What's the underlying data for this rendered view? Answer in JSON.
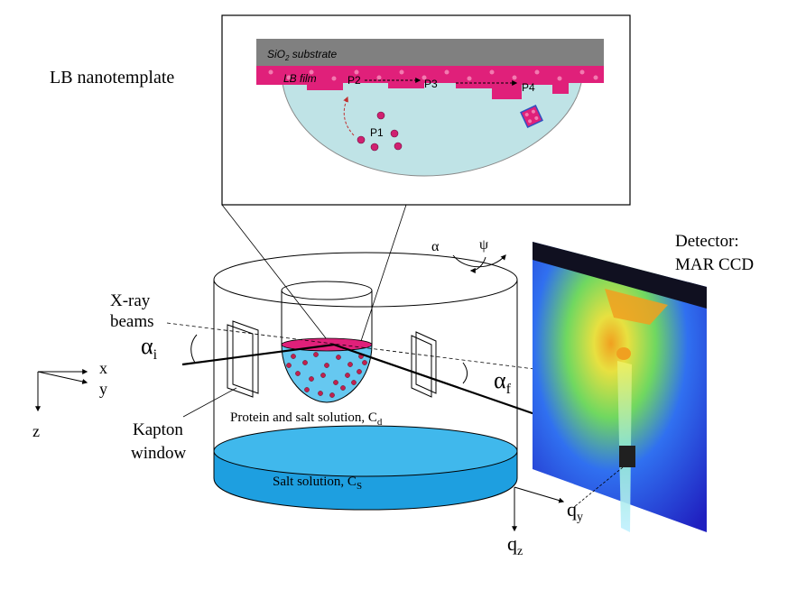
{
  "inset": {
    "title": "LB nanotemplate",
    "substrate_base": "SiO",
    "substrate_sub": "2",
    "substrate_rest": " substrate",
    "lb_film": "LB   film",
    "p1": "P1",
    "p2": "P2",
    "p3": "P3",
    "p4": "P4",
    "colors": {
      "film": "#e0207a",
      "substrate": "#808080",
      "drop": "#bfe3e6",
      "particle": "#d02070"
    }
  },
  "rotation": {
    "alpha": "α",
    "psi": "ψ"
  },
  "detector": {
    "line1": "Detector:",
    "line2": "MAR CCD",
    "qy_base": "q",
    "qy_sub": "y",
    "qz_base": "q",
    "qz_sub": "z"
  },
  "beam": {
    "label_line1": "X-ray",
    "label_line2": "beams",
    "alpha_i_base": "α",
    "alpha_i_sub": "i",
    "alpha_f_base": "α",
    "alpha_f_sub": "f"
  },
  "axes": {
    "x": "x",
    "y": "y",
    "z": "z"
  },
  "cell": {
    "kapton_line1": "Kapton",
    "kapton_line2": "window",
    "protein_base": "Protein and salt solution, C",
    "protein_sub": "d",
    "salt_base": "Salt solution, C",
    "salt_sub": "S",
    "colors": {
      "salt": "#1e9fe0",
      "protein_solution": "#66c8f0"
    }
  }
}
